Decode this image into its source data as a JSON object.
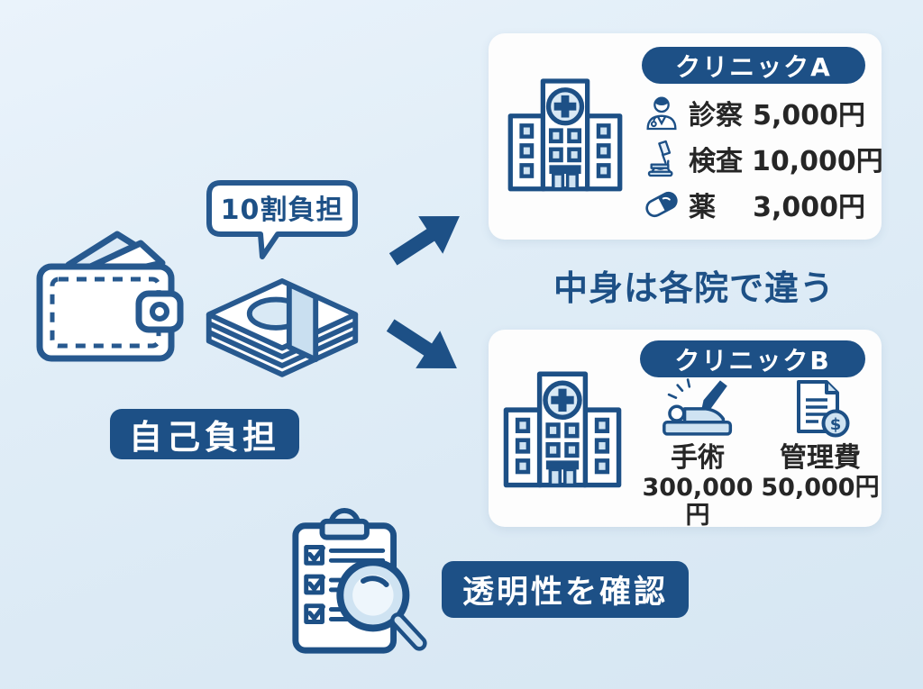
{
  "colors": {
    "dark_blue": "#1d5086",
    "outline_blue": "#27598f",
    "light_fill": "#cfe3f2",
    "lighter_fill": "#dceaf6",
    "card_bg": "#fdfdfd",
    "bg_top": "#eaf3fb",
    "bg_bottom": "#d6e6f2",
    "text_dark": "#262626"
  },
  "flow": {
    "burden_bubble": "10割負担",
    "self_pay": "自己負担",
    "comparison_note": "中身は各院で違う",
    "transparency": "透明性を確認"
  },
  "clinic_a": {
    "title": "クリニックA",
    "items": [
      {
        "icon": "doctor-icon",
        "label": "診察",
        "price": "5,000円"
      },
      {
        "icon": "microscope-icon",
        "label": "検査",
        "price": "10,000円"
      },
      {
        "icon": "capsule-icon",
        "label": "薬",
        "price": "3,000円"
      }
    ]
  },
  "clinic_b": {
    "title": "クリニックB",
    "items": [
      {
        "icon": "surgery-icon",
        "label": "手術",
        "price": "300,000円"
      },
      {
        "icon": "invoice-dollar-icon",
        "label": "管理費",
        "price": "50,000円"
      }
    ]
  },
  "glyphs": {
    "dollar": "$"
  },
  "icons": [
    "wallet-icon",
    "money-stack-icon",
    "speech-bubble",
    "arrow-right-up-icon",
    "arrow-right-down-icon",
    "hospital-icon",
    "doctor-icon",
    "microscope-icon",
    "capsule-icon",
    "surgery-icon",
    "invoice-dollar-icon",
    "checklist-magnifier-icon"
  ]
}
